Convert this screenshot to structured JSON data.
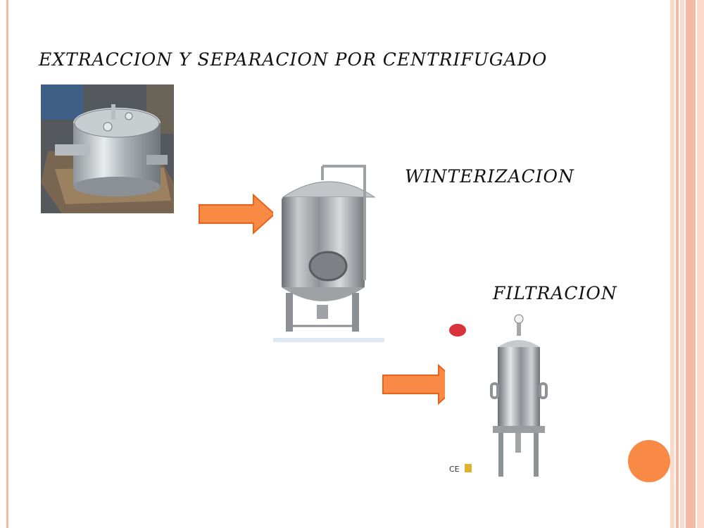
{
  "slide": {
    "title": "EXTRACCION Y SEPARACION POR CENTRIFUGADO",
    "step_winterizacion": "WINTERIZACION",
    "step_filtracion": "FILTRACION"
  },
  "photos": {
    "centrifuge": "centrifuge-photo",
    "tank": "winterization-tank-photo",
    "filter": "filter-housing-photo"
  },
  "colors": {
    "arrow_fill": "#f98a45",
    "arrow_stroke": "#e5641c",
    "accent_circle": "#f98a45",
    "stripe_light": "#fbd9cb",
    "stripe_dark": "#f4b9a4"
  }
}
